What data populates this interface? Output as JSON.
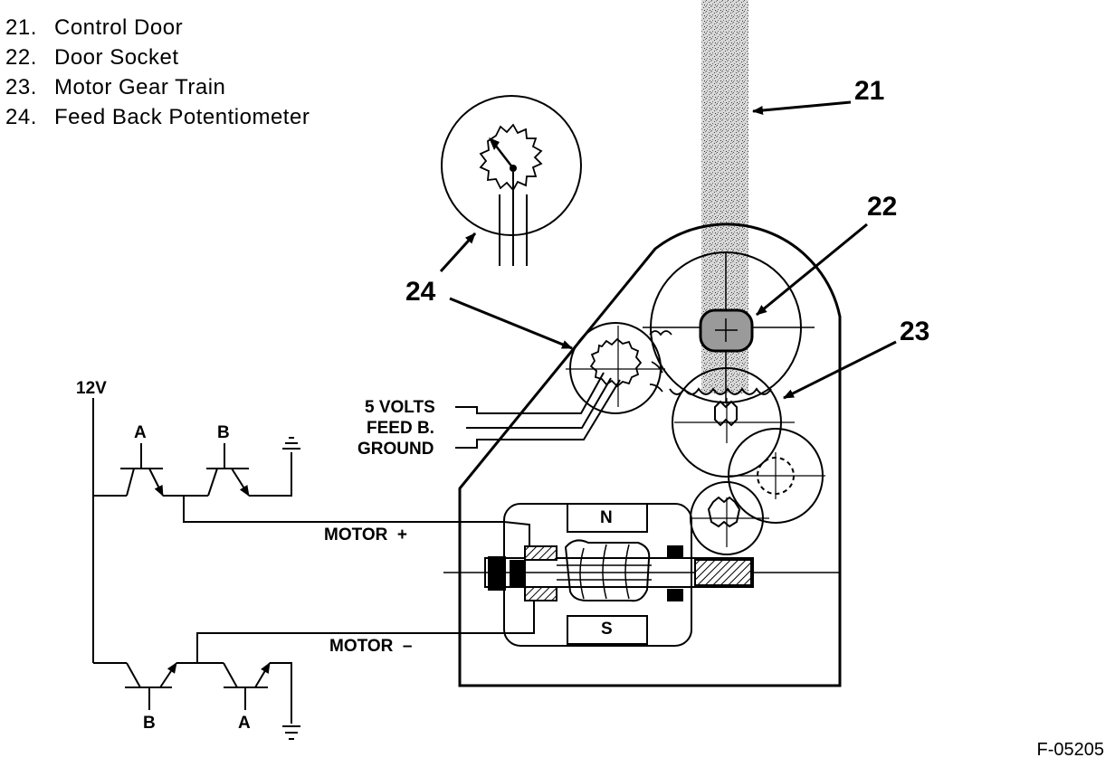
{
  "legend": [
    {
      "num": "21.",
      "text": "Control Door"
    },
    {
      "num": "22.",
      "text": "Door Socket"
    },
    {
      "num": "23.",
      "text": "Motor Gear Train"
    },
    {
      "num": "24.",
      "text": "Feed Back Potentiometer"
    }
  ],
  "callouts": {
    "c21": "21",
    "c22": "22",
    "c23": "23",
    "c24": "24"
  },
  "wires": {
    "five_volts": "5 VOLTS",
    "feed_b": "FEED B.",
    "ground": "GROUND"
  },
  "circuit": {
    "supply": "12V",
    "motor_plus": "MOTOR  +",
    "motor_minus": "MOTOR  –",
    "top_left_transistor": "A",
    "top_right_transistor": "B",
    "bottom_left_transistor": "B",
    "bottom_right_transistor": "A"
  },
  "motor": {
    "north_pole": "N",
    "south_pole": "S"
  },
  "figure_id": "F-05205"
}
